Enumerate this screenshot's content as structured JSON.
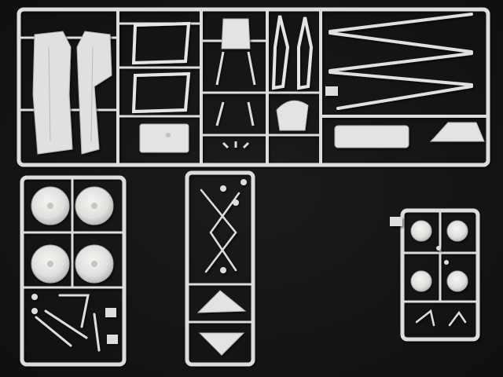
{
  "colors": {
    "background": "#141414",
    "plastic": "#dcdedb",
    "plastic_light": "#eeefec",
    "plastic_shadow": "#9c9e9b",
    "part_edge": "#b4b6b3"
  },
  "sprues": [
    {
      "id": "sprue-a",
      "kind": "large-frame",
      "parts": [
        "fuselage-half-left",
        "fuselage-half-right",
        "window-frame-upper",
        "window-frame-lower",
        "rotor-blade-set",
        "cabin-box",
        "seat",
        "canopy-parts",
        "float-pontoon",
        "roof-cover"
      ]
    },
    {
      "id": "sprue-b",
      "kind": "wheel-frame",
      "parts": [
        "wheel-1",
        "wheel-2",
        "wheel-3",
        "wheel-4",
        "strut-assembly"
      ]
    },
    {
      "id": "sprue-c",
      "kind": "narrow-frame",
      "parts": [
        "linkage-rods",
        "triangle-plate-upper",
        "triangle-plate-lower"
      ]
    },
    {
      "id": "sprue-d",
      "kind": "small-frame",
      "parts": [
        "hub-1",
        "hub-2",
        "hub-3",
        "hub-4",
        "small-struts"
      ]
    }
  ]
}
